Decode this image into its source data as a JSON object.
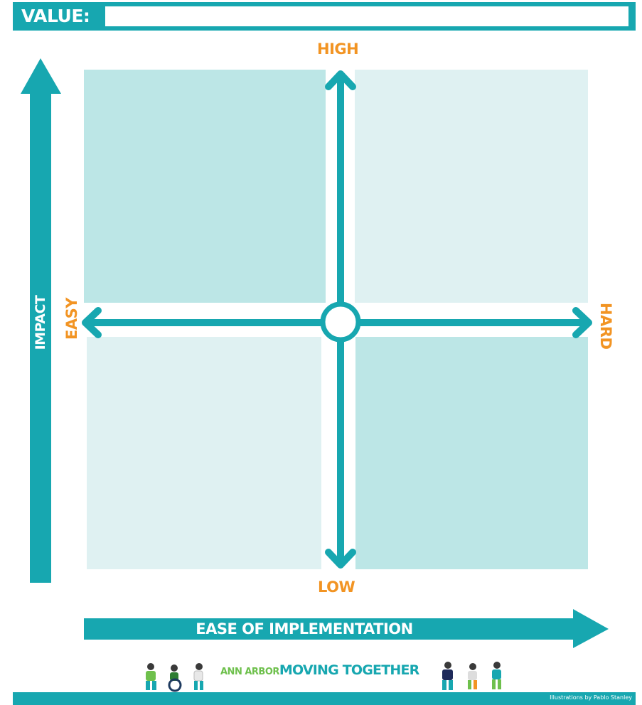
{
  "header": {
    "label": "VALUE:",
    "input_value": ""
  },
  "axes": {
    "vertical_label": "IMPACT",
    "horizontal_label": "EASE OF IMPLEMENTATION",
    "high_label": "HIGH",
    "low_label": "LOW",
    "easy_label": "EASY",
    "hard_label": "HARD"
  },
  "quadrants": [
    {
      "position": "top-left",
      "shade": "dark"
    },
    {
      "position": "top-right",
      "shade": "light"
    },
    {
      "position": "bottom-left",
      "shade": "light"
    },
    {
      "position": "bottom-right",
      "shade": "dark"
    }
  ],
  "logo": {
    "prefix": "ANN ARBOR",
    "name": "MOVING TOGETHER"
  },
  "footer": {
    "credit": "Illustrations by Pablo Stanley"
  },
  "colors": {
    "teal": "#17a7b0",
    "orange": "#f29423",
    "quadrant_dark": "#bce6e6",
    "quadrant_light": "#dff1f2",
    "logo_green": "#6ec04c"
  },
  "icons": [
    "people-illustration-left",
    "people-illustration-right"
  ]
}
